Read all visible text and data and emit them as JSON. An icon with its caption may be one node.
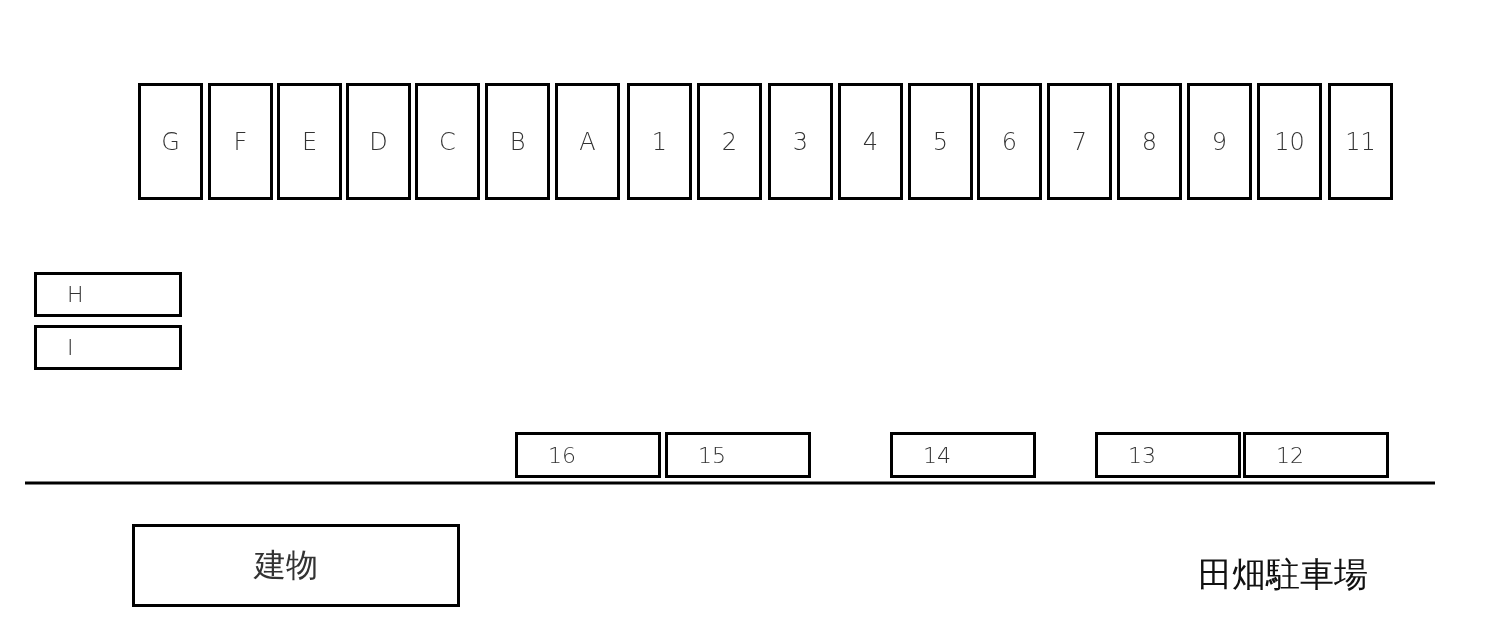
{
  "diagram": {
    "nodes": [
      {
        "text": [
          "G"
        ]
      },
      {
        "text": [
          "F"
        ]
      },
      {
        "text": [
          "E"
        ]
      },
      {
        "text": [
          "D"
        ]
      },
      {
        "text": [
          "C"
        ]
      },
      {
        "text": [
          "B"
        ]
      },
      {
        "text": [
          "A"
        ]
      },
      {
        "text": [
          "1"
        ]
      },
      {
        "text": [
          "2"
        ]
      },
      {
        "text": [
          "3"
        ]
      },
      {
        "text": [
          "4"
        ]
      },
      {
        "text": [
          "5"
        ]
      },
      {
        "text": [
          "6"
        ]
      },
      {
        "text": [
          "7"
        ]
      },
      {
        "text": [
          "8"
        ]
      },
      {
        "text": [
          "9"
        ]
      },
      {
        "text": [
          "10"
        ]
      },
      {
        "text": [
          "11"
        ]
      },
      {
        "text": [
          "H"
        ]
      },
      {
        "text": [
          "I"
        ]
      },
      {
        "text": [
          "16"
        ]
      },
      {
        "text": [
          "15"
        ]
      },
      {
        "text": [
          "14"
        ]
      },
      {
        "text": [
          "13"
        ]
      },
      {
        "text": [
          "12"
        ]
      },
      {
        "text": [
          "建物"
        ]
      }
    ],
    "labels": [
      "田畑駐車場"
    ]
  }
}
